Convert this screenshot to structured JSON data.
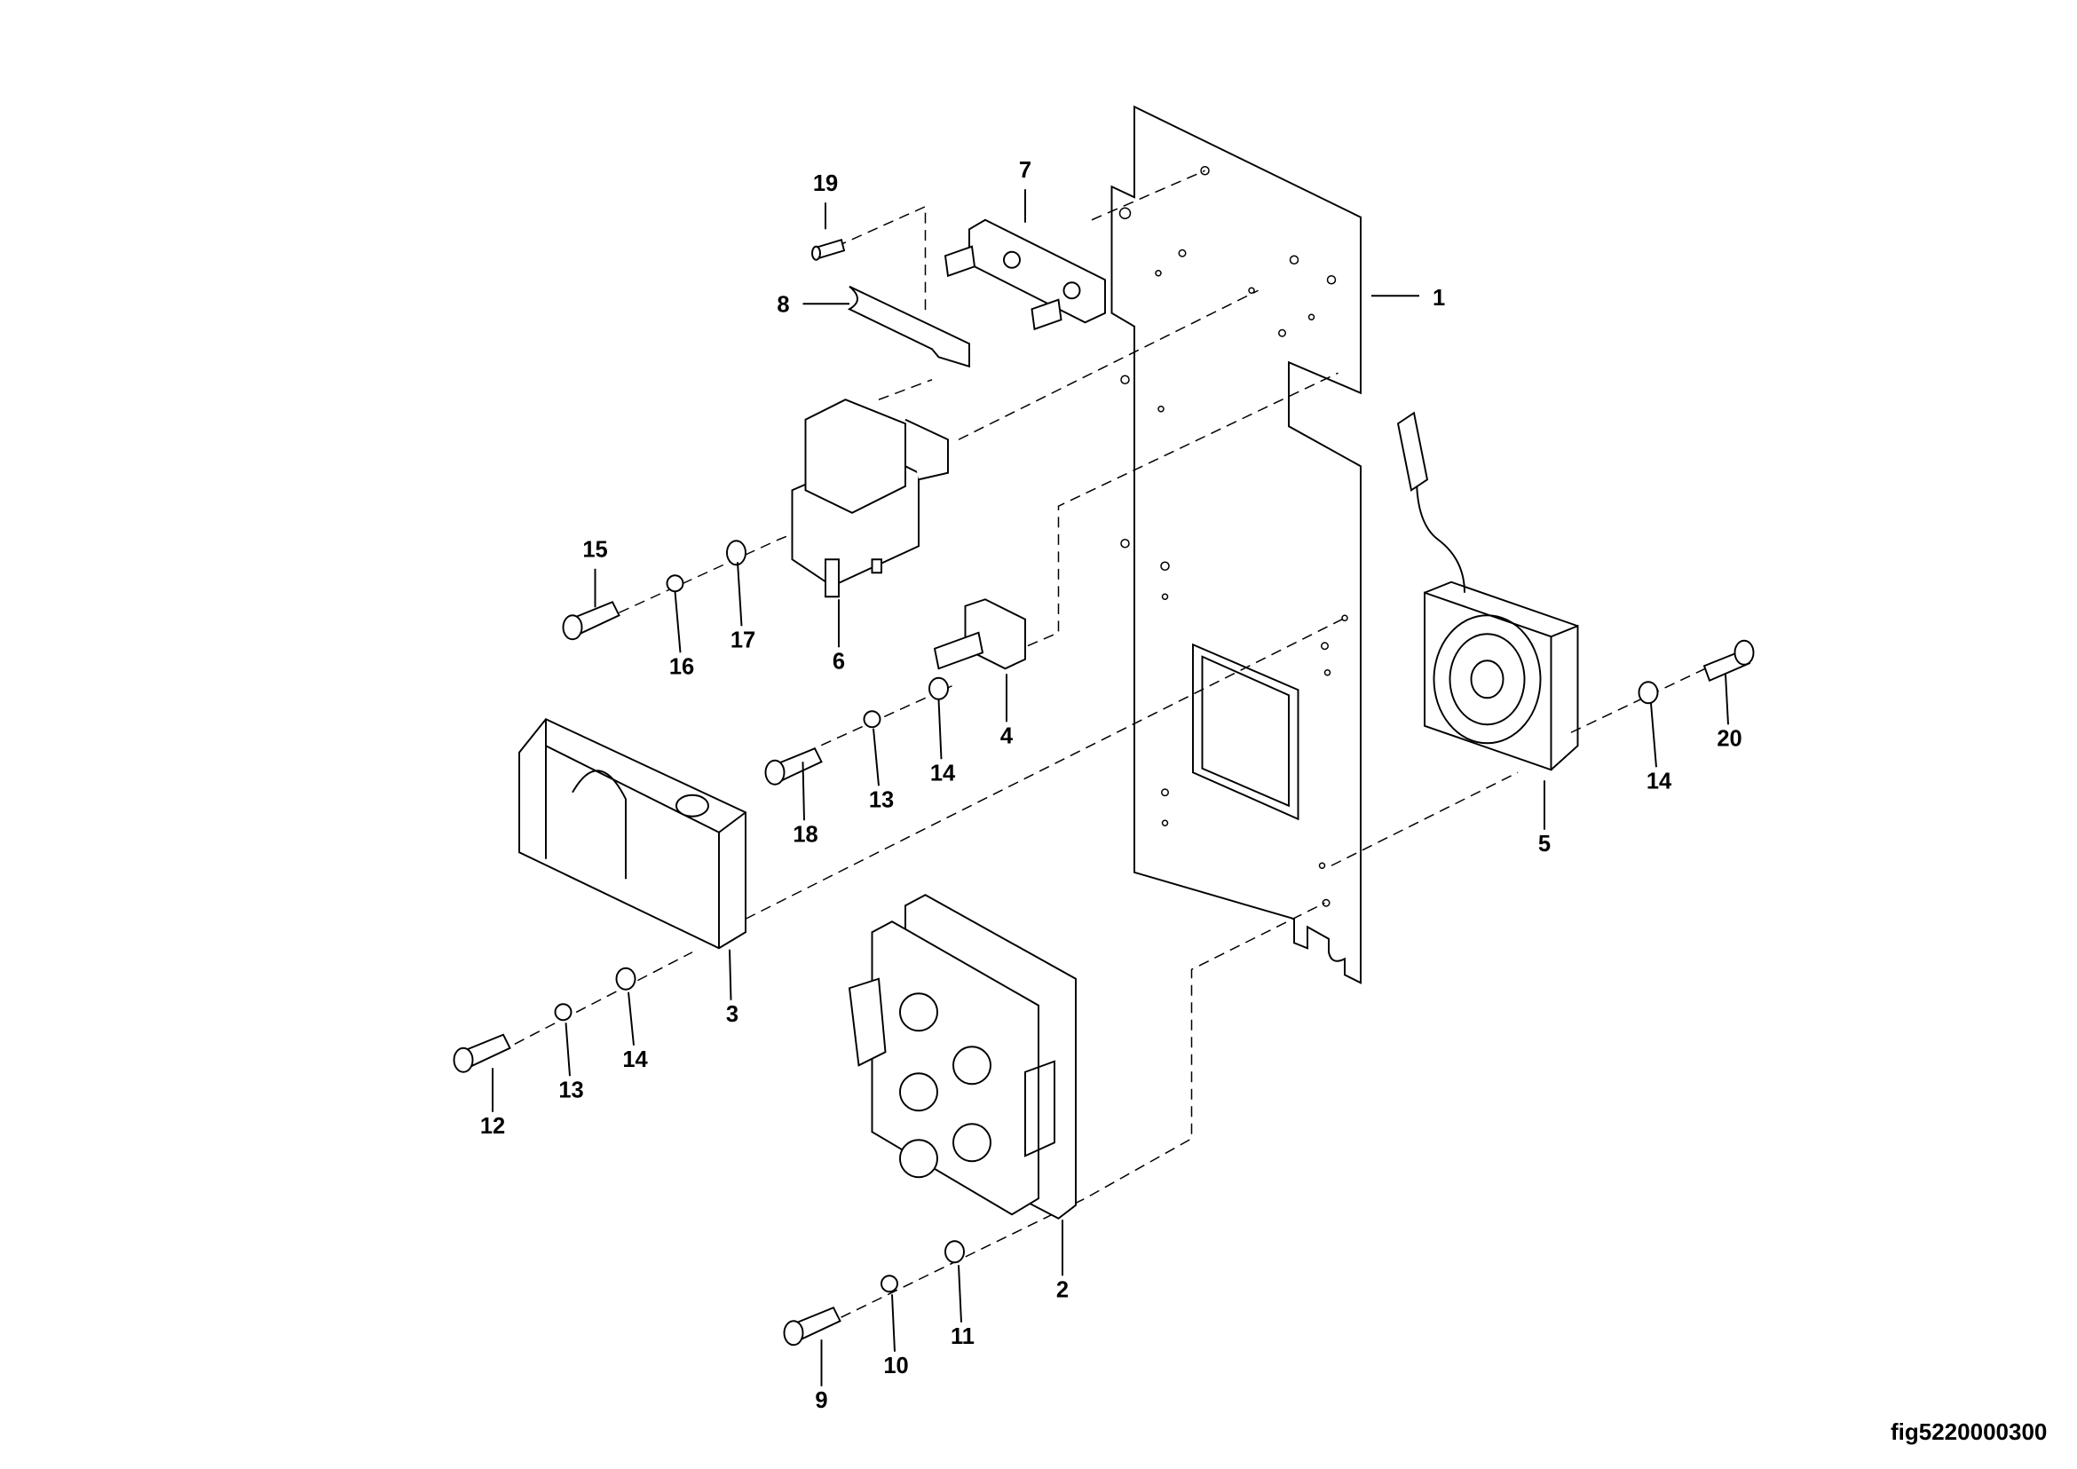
{
  "figure_id": "fig5220000300",
  "callouts": [
    "19",
    "7",
    "8",
    "1",
    "15",
    "17",
    "16",
    "6",
    "4",
    "14",
    "13",
    "18",
    "5",
    "14",
    "20",
    "3",
    "14",
    "13",
    "12",
    "2",
    "11",
    "10",
    "9"
  ],
  "colors": {
    "line": "#000000",
    "background": "#ffffff"
  }
}
